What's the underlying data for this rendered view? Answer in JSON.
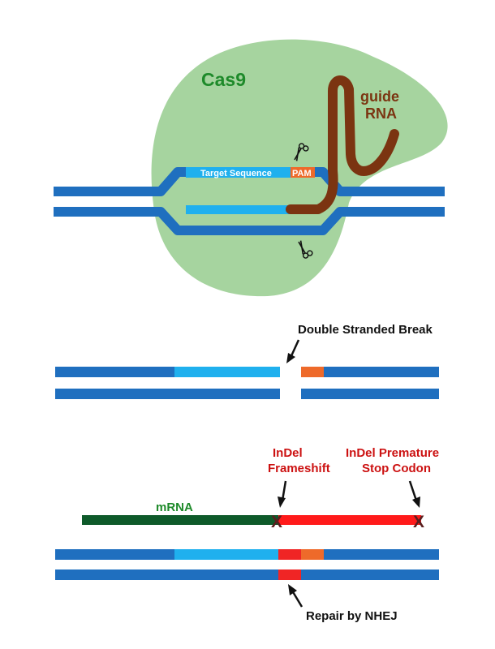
{
  "labels": {
    "cas9": "Cas9",
    "guide_rna_line1": "guide",
    "guide_rna_line2": "RNA",
    "target_sequence": "Target Sequence",
    "pam": "PAM",
    "double_stranded_break": "Double Stranded Break",
    "indel_frameshift_line1": "InDel",
    "indel_frameshift_line2": "Frameshift",
    "indel_stop_line1": "InDel Premature",
    "indel_stop_line2": "Stop Codon",
    "mrna": "mRNA",
    "repair": "Repair by NHEJ",
    "mark_frameshift": "X",
    "mark_stop": "X"
  },
  "colors": {
    "cas9_body": "#a6d49f",
    "dna_strand": "#1f6fbf",
    "target_strand": "#1fb0ee",
    "pam": "#ee6a2a",
    "guide_rna": "#7b3411",
    "mrna": "#0e5a2a",
    "mutated_mrna": "#ff1a1a",
    "indel": "#f02525",
    "mark": "#5a1f1f",
    "text_green": "#1e8a2a",
    "text_red": "#cc1111",
    "text_dark": "#111111"
  },
  "icons": [
    "scissors-icon",
    "arrow-icon"
  ]
}
